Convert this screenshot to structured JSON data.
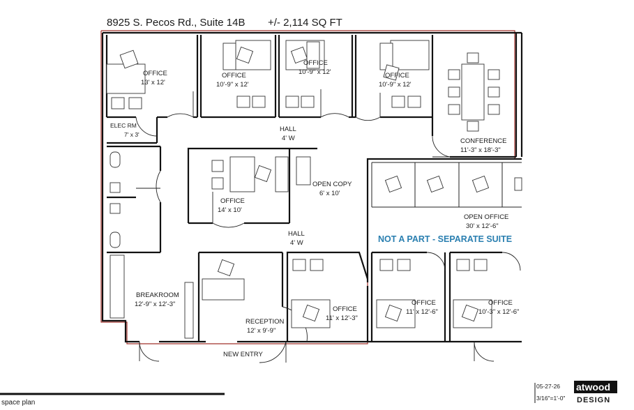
{
  "header": {
    "address": "8925 S. Pecos Rd., Suite 14B",
    "area": "+/- 2,114 SQ FT"
  },
  "rooms": {
    "office1": {
      "name": "OFFICE",
      "size": "13' x 12'"
    },
    "office2": {
      "name": "OFFICE",
      "size": "10'-9\" x 12'"
    },
    "office3": {
      "name": "OFFICE",
      "size": "10'-9\" x 12'"
    },
    "office4": {
      "name": "OFFICE",
      "size": "10'-9\" x 12'"
    },
    "conference": {
      "name": "CONFERENCE",
      "size": "11'-3\" x 18'-3\""
    },
    "elec": {
      "name": "ELEC RM",
      "size": "7' x 3'"
    },
    "hall_top": {
      "name": "HALL",
      "size": "4' W"
    },
    "office_center": {
      "name": "OFFICE",
      "size": "14' x 10'"
    },
    "open_copy": {
      "name": "OPEN COPY",
      "size": "6' x 10'"
    },
    "hall_mid": {
      "name": "HALL",
      "size": "4' W"
    },
    "open_office": {
      "name": "OPEN OFFICE",
      "size": "30' x 12'-6\""
    },
    "breakroom": {
      "name": "BREAKROOM",
      "size": "12'-9\" x 12'-3\""
    },
    "reception": {
      "name": "RECEPTION",
      "size": "12' x 9'-9\""
    },
    "office_bottom1": {
      "name": "OFFICE",
      "size": "11' x 12'-3\""
    },
    "office_bottom2": {
      "name": "OFFICE",
      "size": "11' x 12'-6\""
    },
    "office_bottom3": {
      "name": "OFFICE",
      "size": "10'-3\" x 12'-6\""
    }
  },
  "notes": {
    "separate_suite": "NOT A PART - SEPARATE SUITE",
    "new_entry": "NEW ENTRY"
  },
  "footer": {
    "caption": "space plan",
    "date": "05-27-26",
    "scale": "3/16\"=1'-0\"",
    "logo_top": "atwood",
    "logo_bottom": "DESIGN"
  }
}
